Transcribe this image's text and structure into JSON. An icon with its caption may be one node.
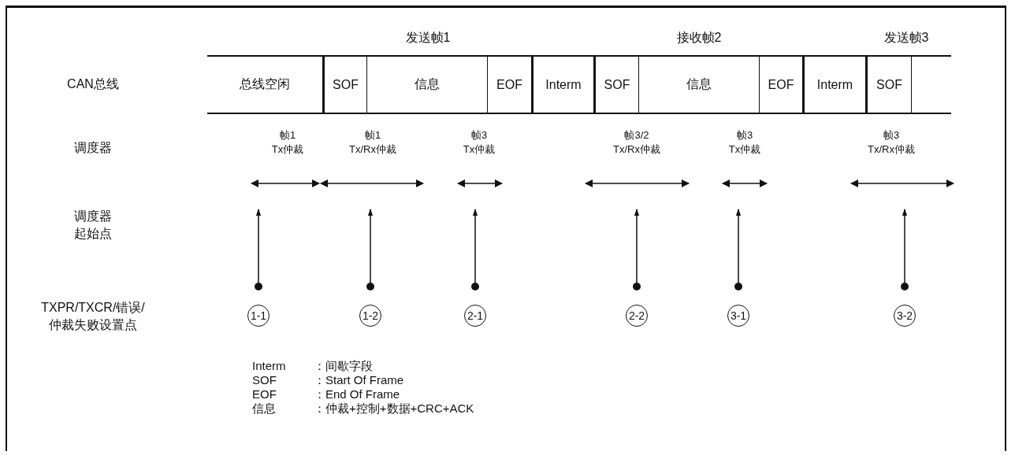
{
  "diagram": {
    "nodes": [
      {
        "text": [
          "总线空闲"
        ]
      },
      {
        "text": [
          "SOF"
        ]
      },
      {
        "text": [
          "信息"
        ]
      },
      {
        "text": [
          "EOF"
        ]
      },
      {
        "text": [
          "Interm"
        ]
      },
      {
        "text": [
          "SOF"
        ]
      },
      {
        "text": [
          "信息"
        ]
      },
      {
        "text": [
          "EOF"
        ]
      },
      {
        "text": [
          "Interm"
        ]
      },
      {
        "text": [
          "SOF"
        ]
      },
      {
        "text": [],
        "shape": "box"
      },
      {
        "text": [],
        "shape": "circle"
      },
      {
        "text": [],
        "shape": "circle"
      },
      {
        "text": [],
        "shape": "circle"
      },
      {
        "text": [],
        "shape": "circle"
      },
      {
        "text": [],
        "shape": "circle"
      },
      {
        "text": [],
        "shape": "circle"
      },
      {
        "text": [
          "1-1"
        ]
      },
      {
        "text": [
          "1-2"
        ]
      },
      {
        "text": [
          "2-1"
        ]
      },
      {
        "text": [
          "2-2"
        ]
      },
      {
        "text": [
          "3-1"
        ]
      },
      {
        "text": [
          "3-2"
        ]
      }
    ],
    "edges": [
      {
        "from": 11,
        "to": null,
        "arrow": "to"
      },
      {
        "from": 12,
        "to": null,
        "arrow": "to"
      },
      {
        "from": 13,
        "to": null,
        "arrow": "to"
      },
      {
        "from": 14,
        "to": null,
        "arrow": "to"
      },
      {
        "from": 15,
        "to": null,
        "arrow": "to"
      },
      {
        "from": 16,
        "to": null,
        "arrow": "to"
      }
    ],
    "labels": [
      "发送帧1",
      "接收帧2",
      "发送帧3",
      "CAN总线",
      "调度器",
      "帧1 Tx仲裁",
      "帧1 Tx/Rx仲裁",
      "帧3 Tx仲裁",
      "帧3/2 Tx/Rx仲裁",
      "帧3 Tx仲裁",
      "帧3 Tx/Rx仲裁",
      "调度器起始点",
      "TXPR/TXCR/错误/仲裁失败设置点",
      "Interm",
      "：间歇字段",
      "SOF",
      "：Start Of Frame",
      "EOF",
      "：End Of Frame",
      "信息",
      "：仲裁+控制+数据+CRC+ACK"
    ]
  }
}
